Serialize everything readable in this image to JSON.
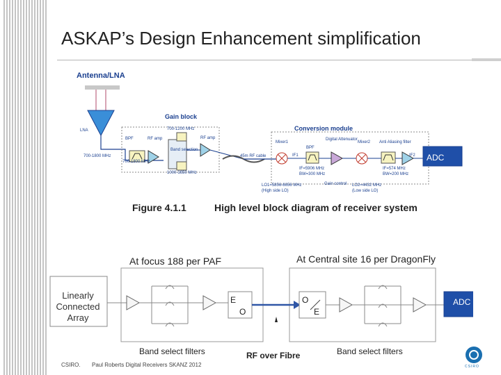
{
  "slide": {
    "title": "ASKAP’s Design Enhancement simplification",
    "colors": {
      "accent_blue": "#1a3f8f",
      "adc_blue": "#1f4fa8",
      "arrow_blue": "#2f56a6"
    }
  },
  "top_diagram": {
    "antenna_label": "Antenna/LNA",
    "lna_label": "LNA",
    "lna_freq": "700-1800 MHz",
    "gain_block_label": "Gain block",
    "bpf_label": "BPF",
    "rf_amp_label": "RF amp",
    "band_select_label": "Band selection",
    "rf_amp2_label": "RF amp",
    "band_lo": "700-1200 MHz",
    "band_mid": "700-1800 MHz",
    "band_hi": "1000-1650 MHz",
    "cable_label": "45m RF cable",
    "conversion_label": "Conversion module",
    "mixer1_label": "Mixer1",
    "if1_label": "IF1",
    "bpf2_label": "BPF",
    "digital_att_label": "Digital Attenuator",
    "mixer2_label": "Mixer2",
    "aa_filter_label": "Anti Aliasing filter",
    "if2_label": "IF2",
    "if_spec": "IF=5906 MHz",
    "bw_spec": "BW=300 MHz",
    "lo1_spec": "LO1=5856-6656 MHz",
    "lo1_note": "(High side LO)",
    "gain_control": "Gain control",
    "lo2_spec": "LO2=4432 MHz",
    "lo2_note": "(Low side LO)",
    "if2_spec": "IF=574 MHz",
    "bw2_spec": "BW=200 MHz",
    "adc_label": "ADC",
    "figure_number": "Figure 4.1.1",
    "figure_caption": "High level block diagram of receiver system"
  },
  "bottom_diagram": {
    "focus_label": "At focus  188 per PAF",
    "central_label": "At Central site 16 per DragonFly",
    "array_label": "Linearly Connected Array",
    "eo_e": "E",
    "eo_o": "O",
    "oe_o": "O",
    "oe_e": "E",
    "rf_over_fibre": "RF over Fibre",
    "band_select_left": "Band select filters",
    "band_select_right": "Band select filters",
    "adc_label": "ADC"
  },
  "footer": {
    "org": "CSIRO.",
    "text": "Paul Roberts Digital Receivers SKANZ 2012",
    "logo_text": "CSIRO"
  }
}
